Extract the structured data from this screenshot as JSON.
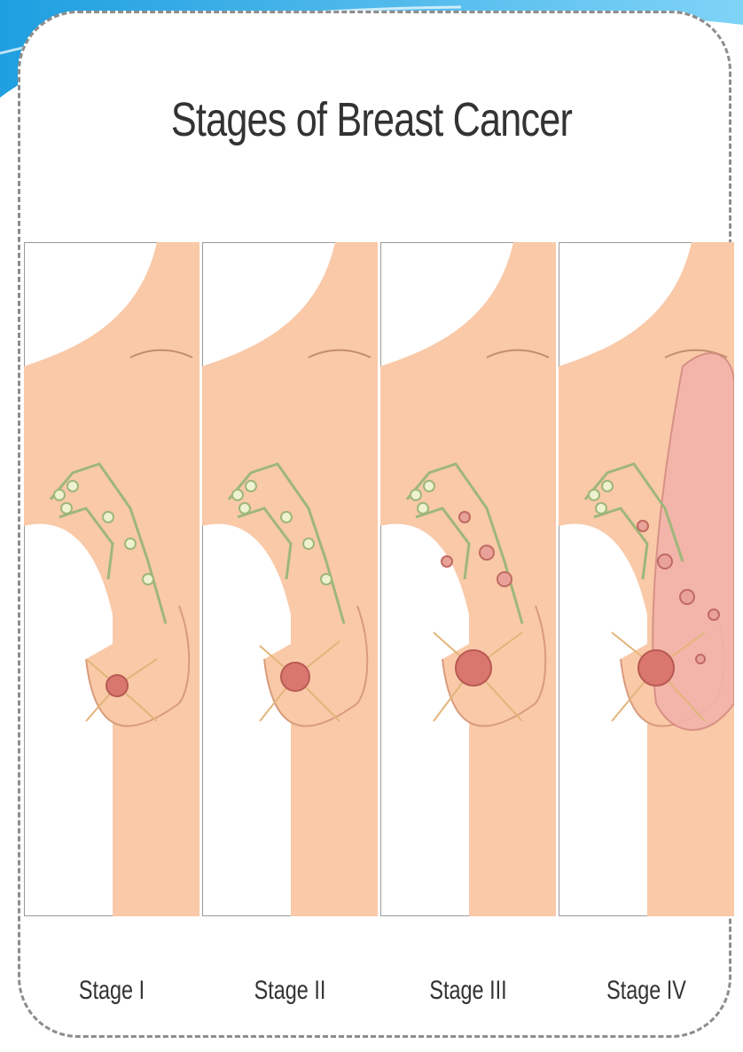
{
  "title": "Stages of Breast Cancer",
  "stages": [
    {
      "label": "Stage I"
    },
    {
      "label": "Stage II"
    },
    {
      "label": "Stage III"
    },
    {
      "label": "Stage IV"
    }
  ],
  "colors": {
    "skin": "#f9c9a8",
    "skin_shadow": "#e9ac8b",
    "lymph": "#9fb67a",
    "tumor": "#d9776e",
    "frame_border": "#8d8d8d",
    "accent_blue": "#35b6ee"
  }
}
